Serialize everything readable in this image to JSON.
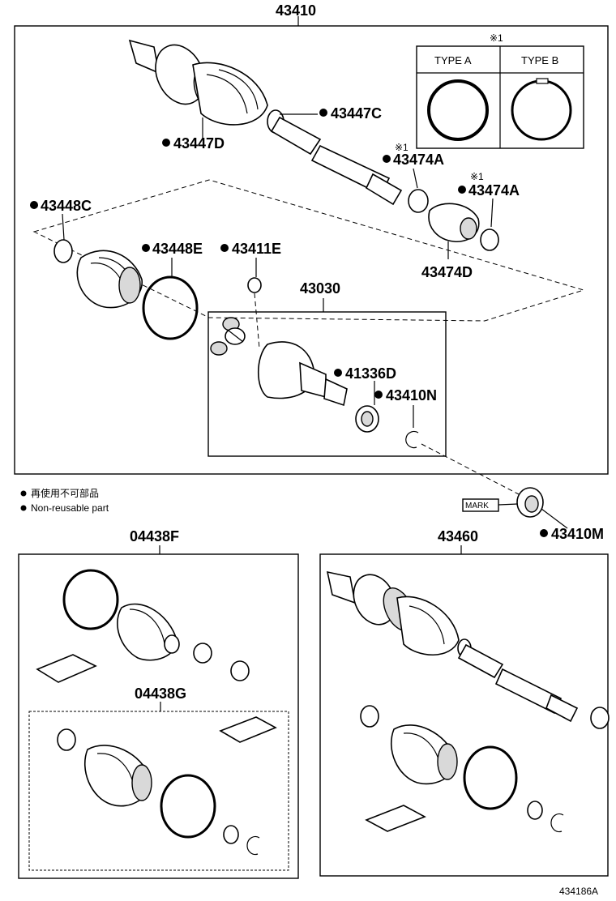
{
  "labels": {
    "assembly_main": "43410",
    "p43447C": "43447C",
    "p43447D": "43447D",
    "p43474A_1": "43474A",
    "p43474A_2": "43474A",
    "p43448C": "43448C",
    "p43448E": "43448E",
    "p43411E": "43411E",
    "p43474D": "43474D",
    "p43030": "43030",
    "p41336D": "41336D",
    "p43410N": "43410N",
    "p43410M": "43410M",
    "p04438F": "04438F",
    "p04438G": "04438G",
    "p43460": "43460",
    "ref_note_1": "※1",
    "ref_note_2": "※1",
    "ref_note_3": "※1",
    "mark": "MARK",
    "figure_code": "434186A"
  },
  "type_table": {
    "type_a": "TYPE A",
    "type_b": "TYPE B"
  },
  "legend": {
    "jp": "再使用不可部品",
    "en": "Non-reusable part"
  }
}
